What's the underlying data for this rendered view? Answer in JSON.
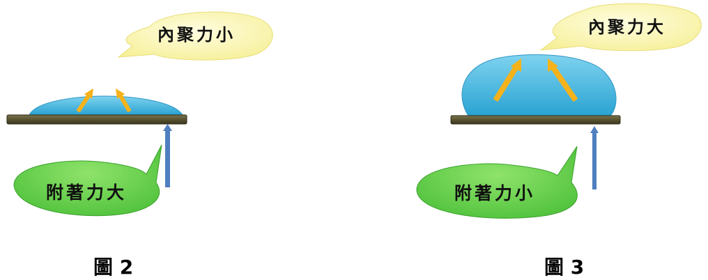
{
  "colors": {
    "cohesion_bubble": "#fbf7a8",
    "adhesion_bubble": "#6fd14e",
    "droplet": "#45b8de",
    "plate": "#5a5536",
    "force_arrow": "#f5b21a",
    "support_arrow": "#4f7fbf"
  },
  "figure2": {
    "cohesion_label": "內聚力小",
    "adhesion_label": "附著力大",
    "caption": "圖 2"
  },
  "figure3": {
    "cohesion_label": "內聚力大",
    "adhesion_label": "附著力小",
    "caption": "圖 3"
  }
}
